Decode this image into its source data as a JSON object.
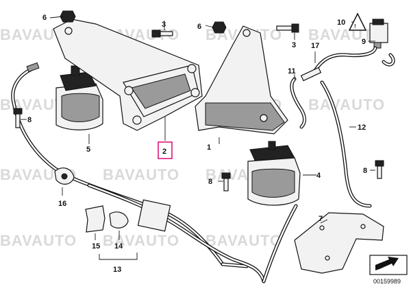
{
  "diagram": {
    "watermark_text": "BAVAUTO",
    "drawing_number": "00159989",
    "highlighted_callout": "2",
    "callouts": {
      "c1": "1",
      "c2": "2",
      "c3a": "3",
      "c3b": "3",
      "c4": "4",
      "c5": "5",
      "c6a": "6",
      "c6b": "6",
      "c7": "7",
      "c8a": "8",
      "c8b": "8",
      "c8c": "8",
      "c9": "9",
      "c10": "10",
      "c11": "11",
      "c12": "12",
      "c13": "13",
      "c14": "14",
      "c15": "15",
      "c16": "16",
      "c17": "17"
    }
  }
}
